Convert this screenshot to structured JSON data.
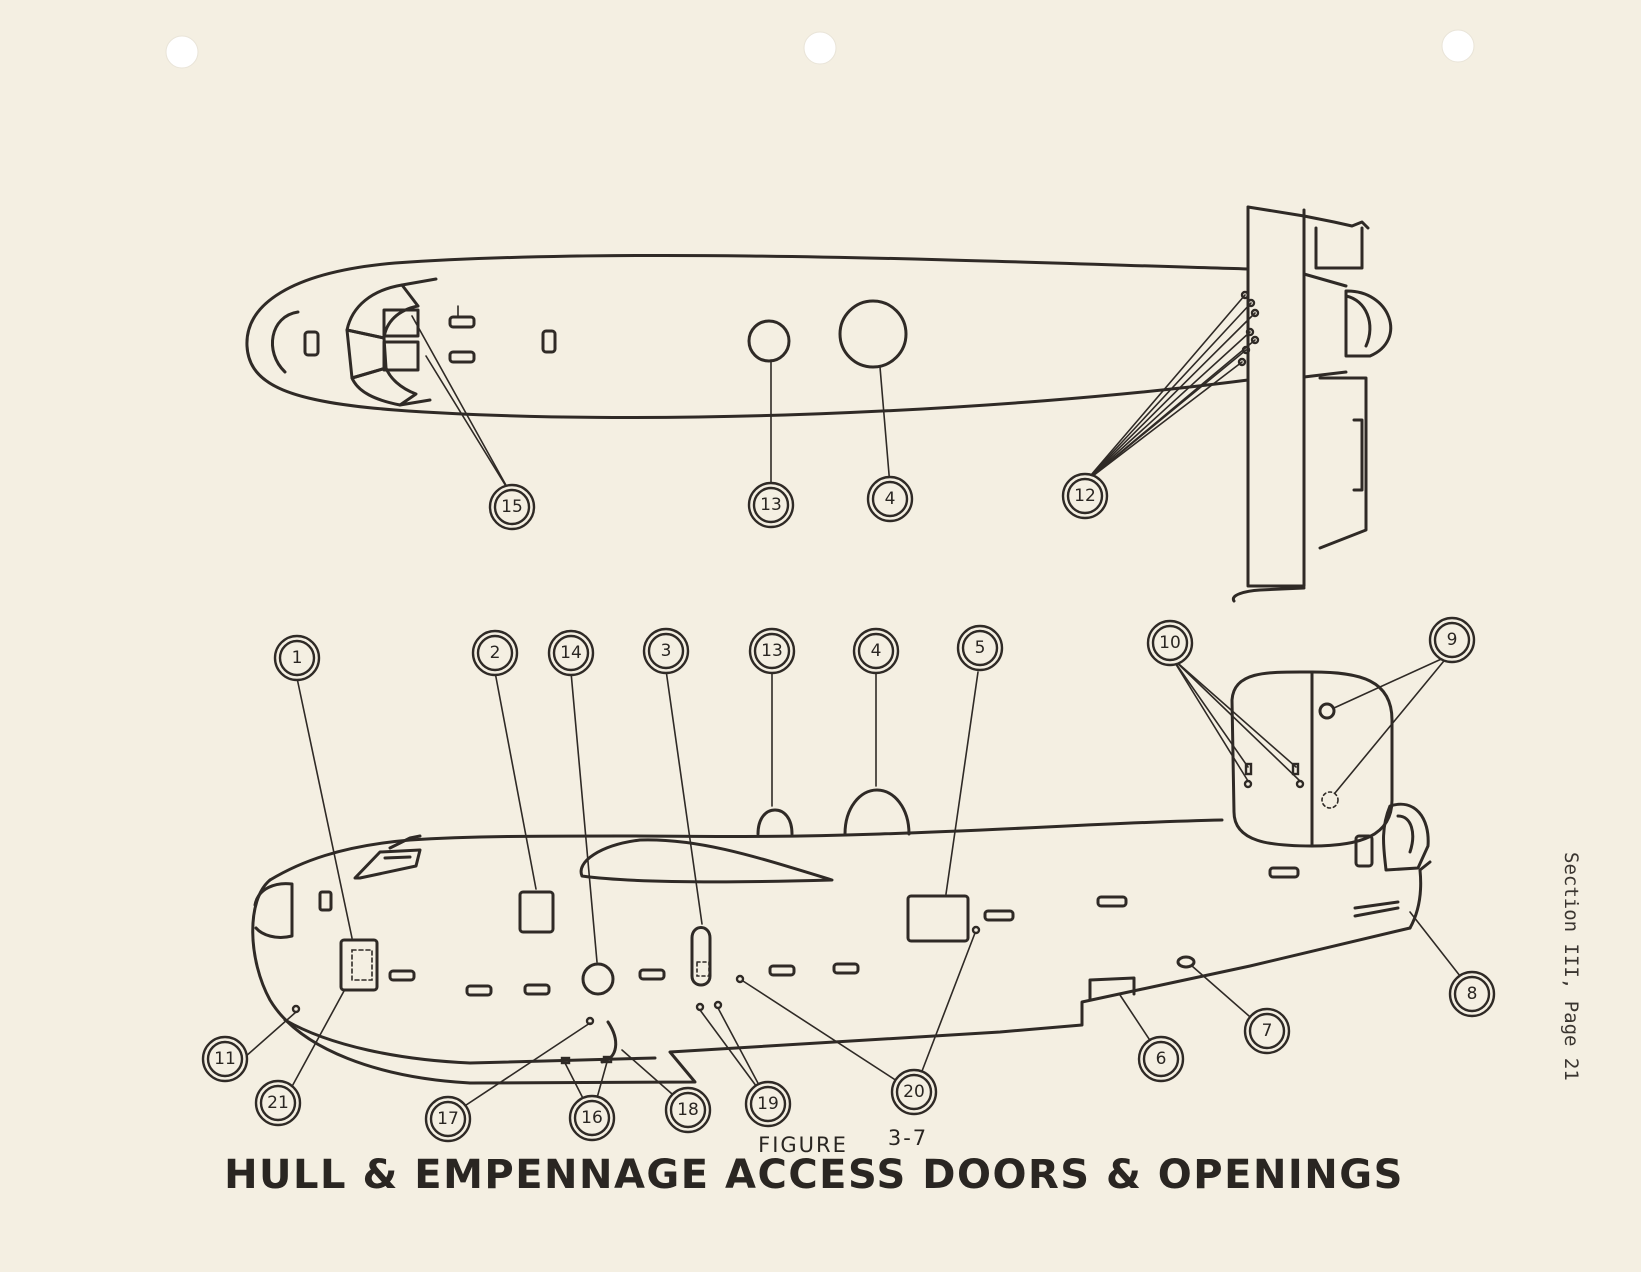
{
  "figure": {
    "label": "FIGURE",
    "number": "3-7",
    "title": "HULL & EMPENNAGE ACCESS DOORS & OPENINGS"
  },
  "page_ref": "Section III, Page 21",
  "callouts": {
    "top": [
      "15",
      "13",
      "4",
      "12"
    ],
    "side": [
      "1",
      "2",
      "14",
      "3",
      "13",
      "4",
      "5",
      "10",
      "9",
      "8",
      "7",
      "6",
      "11",
      "21",
      "17",
      "16",
      "18",
      "19",
      "20"
    ]
  }
}
